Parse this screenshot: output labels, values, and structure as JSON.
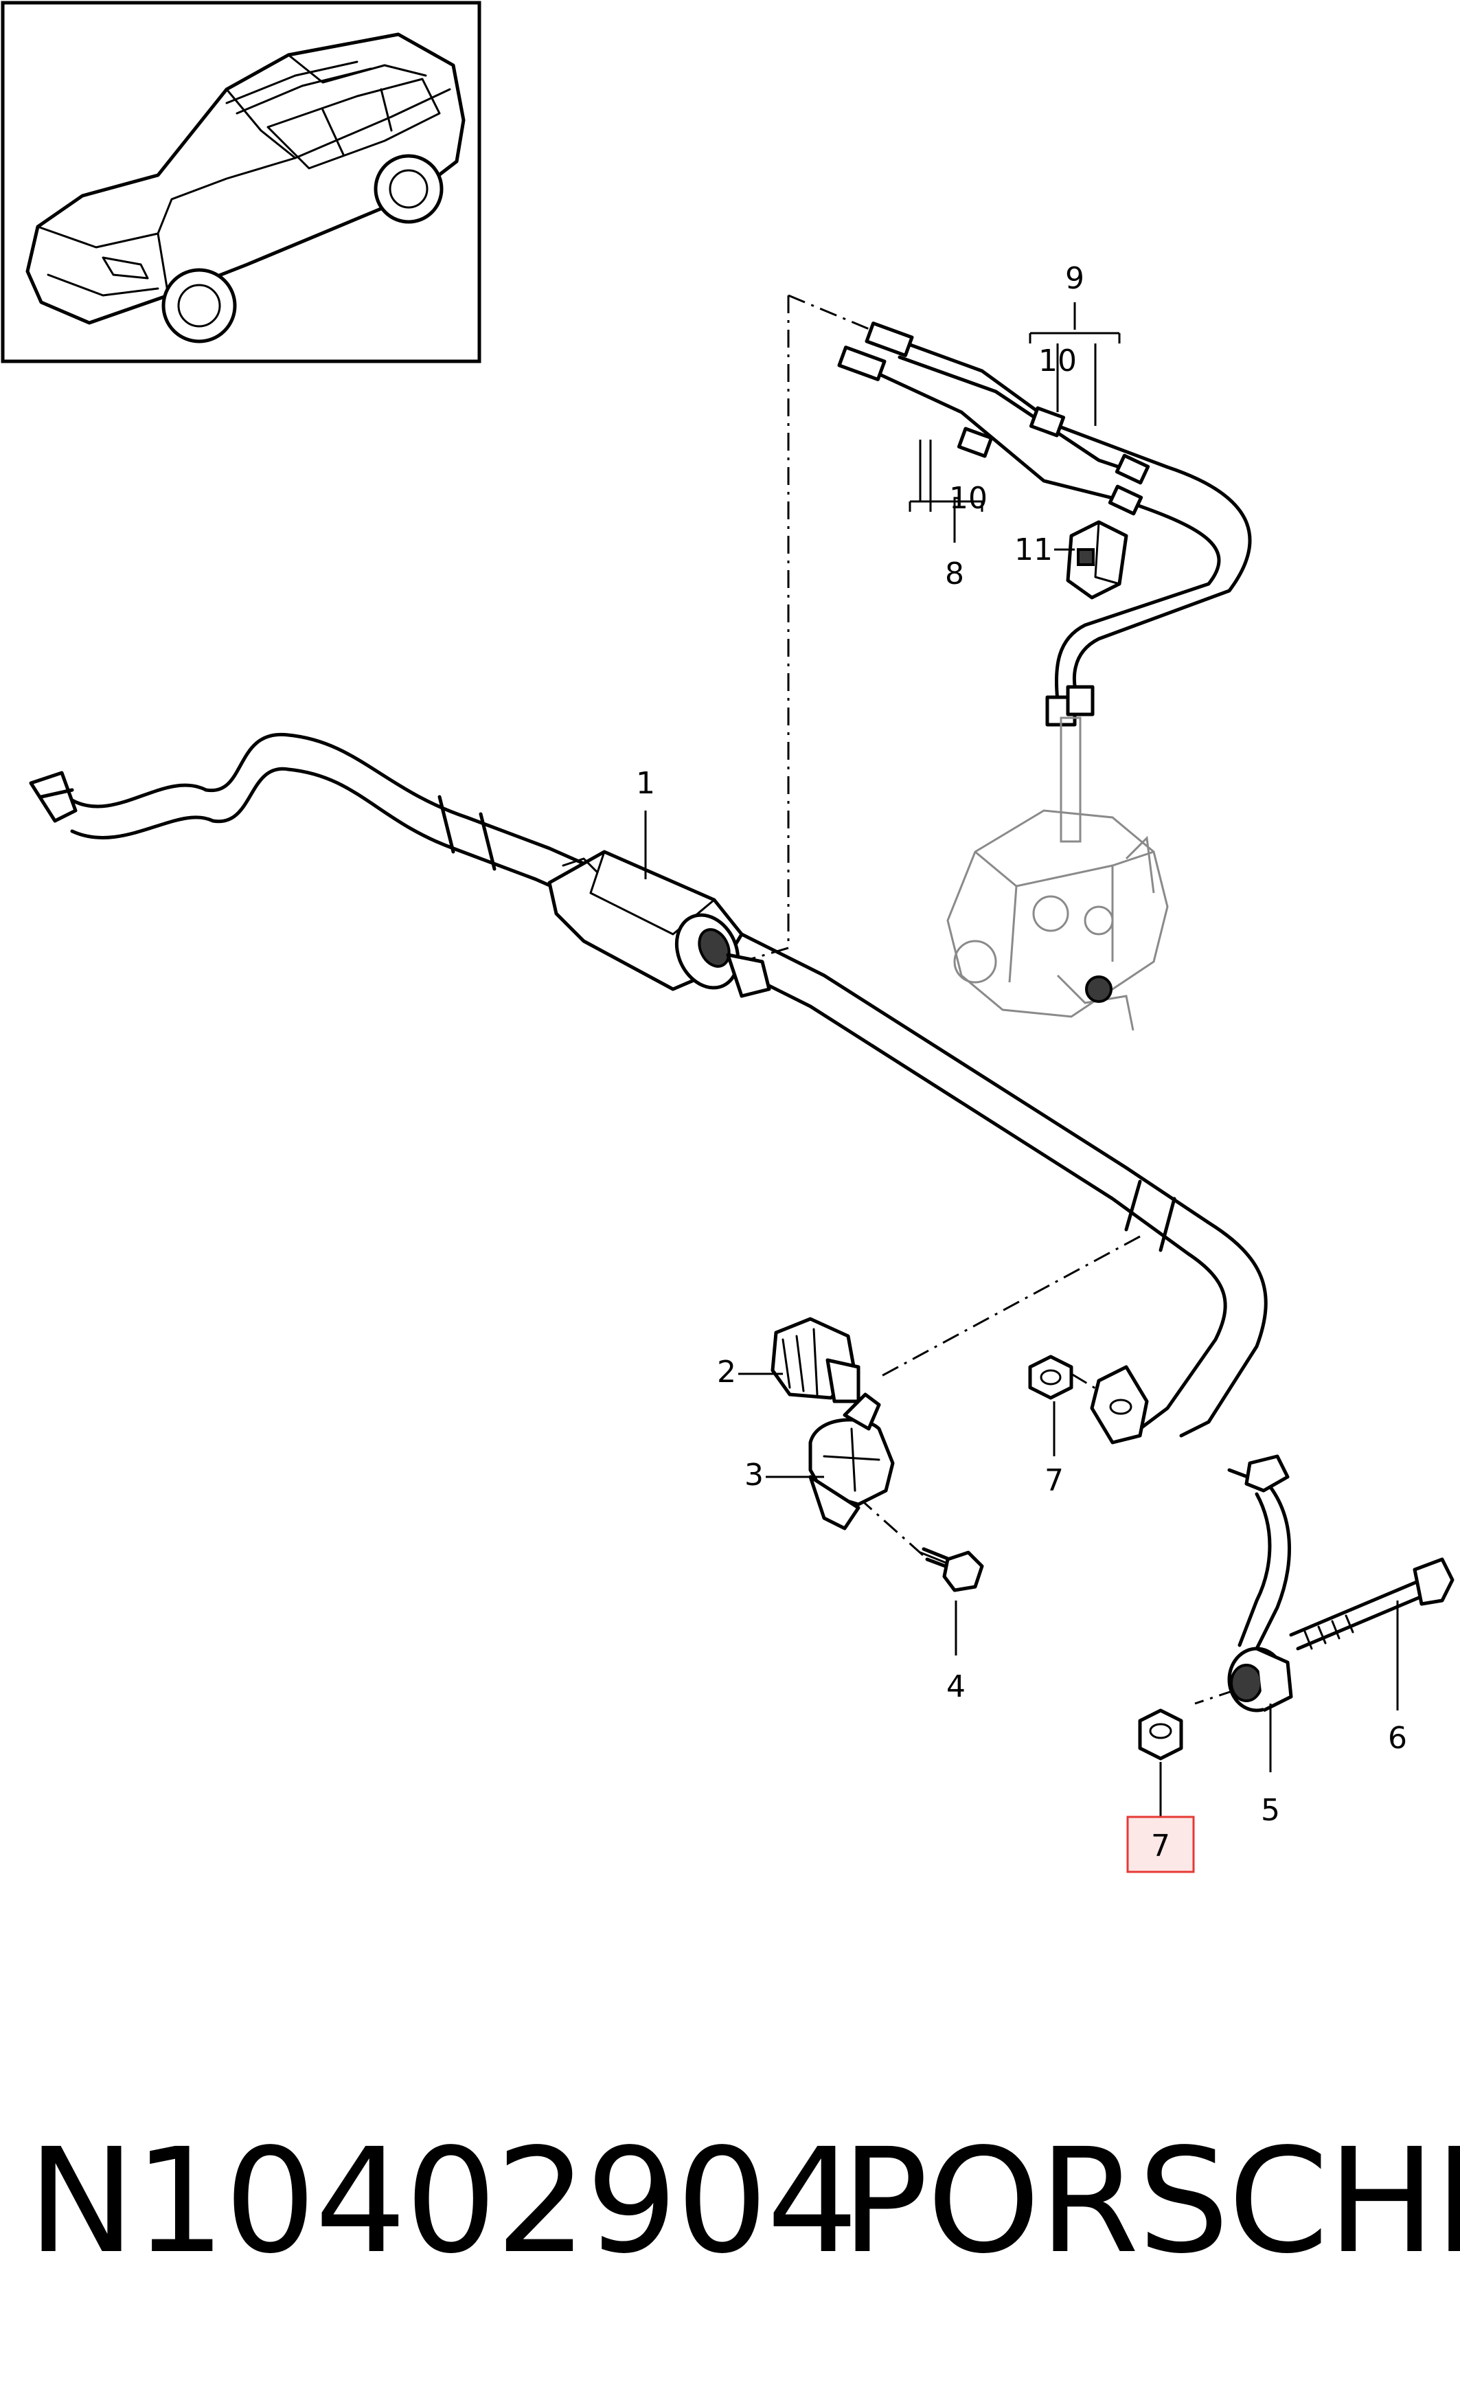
{
  "callouts": {
    "c1": "1",
    "c2": "2",
    "c3": "3",
    "c4": "4",
    "c5": "5",
    "c6": "6",
    "c7a": "7",
    "c7b": "7",
    "c8": "8",
    "c9": "9",
    "c10a": "10",
    "c10b": "10",
    "c11": "11"
  },
  "highlight": {
    "callout": "7",
    "color": "#e53935",
    "fill": "#fde8e8"
  },
  "footer": {
    "part_number": "N10402904",
    "brand": "PORSCHE"
  },
  "icons": [
    "vehicle-thumbnail",
    "stabilizer-bar",
    "actuator-motor",
    "hydraulic-valve-block",
    "bushing",
    "clamp-bracket",
    "bolt",
    "coupling-link",
    "nut",
    "hydraulic-lines",
    "holder-clip"
  ]
}
